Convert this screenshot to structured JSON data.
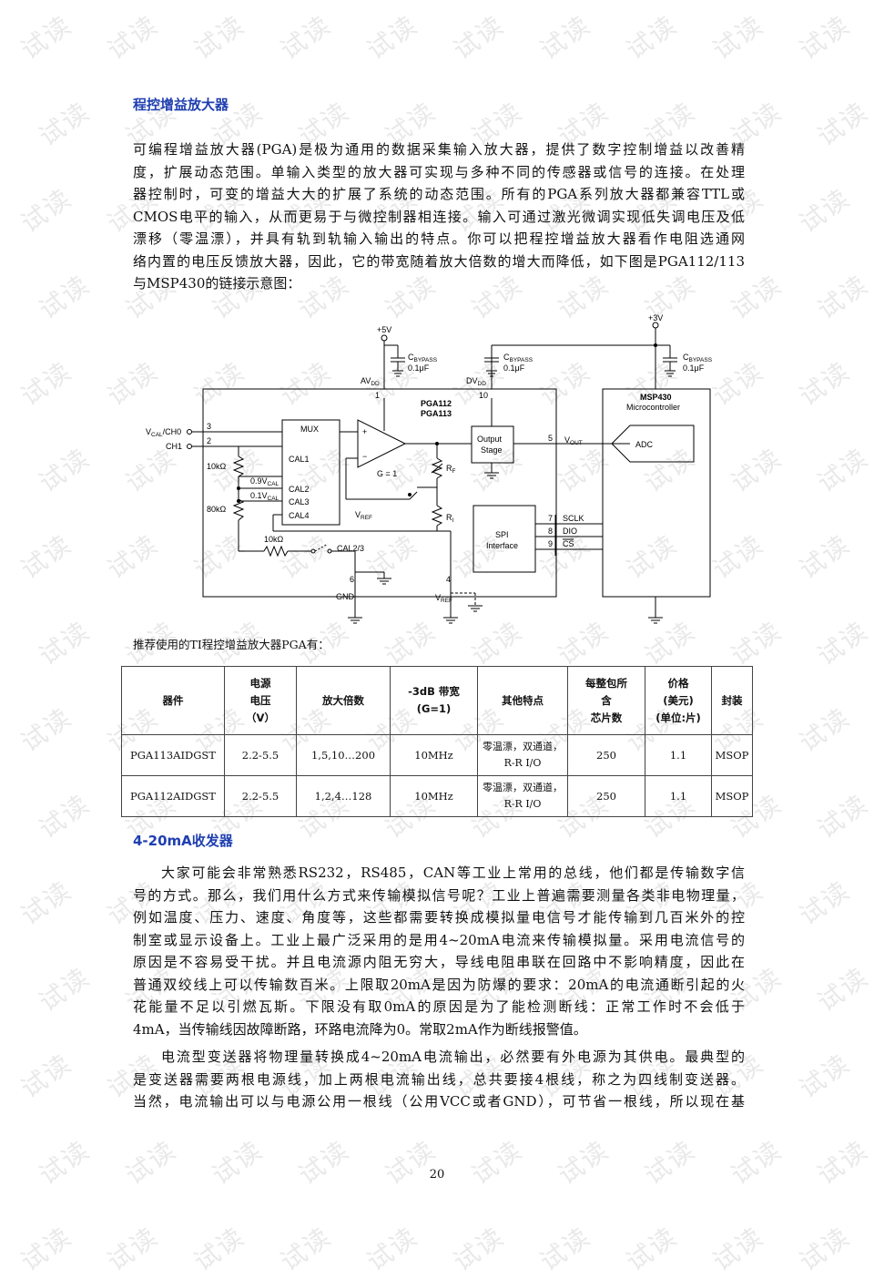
{
  "watermark": "试读",
  "sections": {
    "pga": {
      "heading": "程控增益放大器",
      "body_lines": [
        "可编程增益放大器(PGA)是极为通用的数据采集输入放大器，提供了数字控制增益以改善精",
        "度，扩展动态范围。单输入类型的放大器可实现与多种不同的传感器或信号的连接。在处理",
        "器控制时，可变的增益大大的扩展了系统的动态范围。所有的PGA系列放大器都兼容TTL或",
        "CMOS电平的输入，从而更易于与微控制器相连接。输入可通过激光微调实现低失调电压及低",
        "漂移（零温漂），并具有轨到轨输入输出的特点。你可以把程控增益放大器看作电阻选通网",
        "络内置的电压反馈放大器，因此，它的带宽随着放大倍数的增大而降低，如下图是PGA112/113",
        "与MSP430的链接示意图："
      ]
    },
    "diagram": {
      "v5": "+5V",
      "v3": "+3V",
      "cbypass": "C",
      "cbypass_sub": "BYPASS",
      "cap_val": "0.1μF",
      "avdd": "AV",
      "avdd_sub": "DD",
      "dvdd": "DV",
      "dvdd_sub": "DD",
      "pin1": "1",
      "pin10": "10",
      "chip_name1": "PGA112",
      "chip_name2": "PGA113",
      "mcu_name": "MSP430",
      "mcu_sub": "Microcontroller",
      "vcal": "V",
      "vcal_sub": "CAL",
      "ch0": "/CH0",
      "ch1": "CH1",
      "pin3": "3",
      "pin2": "2",
      "mux": "MUX",
      "cal1": "CAL1",
      "cal2": "CAL2",
      "cal3": "CAL3",
      "cal4": "CAL4",
      "r10k": "10kΩ",
      "r80k": "80kΩ",
      "v09": "0.9V",
      "v01": "0.1V",
      "cal_sub": "CAL",
      "plus": "+",
      "minus": "−",
      "gain": "G = 1",
      "rf": "R",
      "rf_sub": "F",
      "ri": "R",
      "ri_sub": "I",
      "vref": "V",
      "vref_sub": "REF",
      "out_stage1": "Output",
      "out_stage2": "Stage",
      "pin5": "5",
      "vout": "V",
      "vout_sub": "OUT",
      "adc": "ADC",
      "spi1": "SPI",
      "spi2": "Interface",
      "pin7": "7",
      "pin8": "8",
      "pin9": "9",
      "sclk": "SCLK",
      "dio": "DIO",
      "cs": "CS",
      "cal23": "CAL2/3",
      "r10k2": "10kΩ",
      "pin6": "6",
      "pin4": "4",
      "gnd": "GND"
    },
    "table": {
      "caption": "推荐使用的TI程控增益放大器PGA有：",
      "headers": [
        [
          "器件"
        ],
        [
          "电源",
          "电压",
          "（V）"
        ],
        [
          "放大倍数"
        ],
        [
          "-3dB 带宽",
          "(G=1)"
        ],
        [
          "其他特点"
        ],
        [
          "每整包所",
          "含",
          "芯片数"
        ],
        [
          "价格",
          "(美元)",
          "(单位:片)"
        ],
        [
          "封装"
        ]
      ],
      "rows": [
        [
          "PGA113AIDGST",
          "2.2-5.5",
          "1,5,10…200",
          "10MHz",
          "零温漂，双通道，",
          "R-R I/O",
          "250",
          "1.1",
          "MSOP"
        ],
        [
          "PGA112AIDGST",
          "2.2-5.5",
          "1,2,4…128",
          "10MHz",
          "零温漂，双通道，",
          "R-R I/O",
          "250",
          "1.1",
          "MSOP"
        ]
      ]
    },
    "transceiver": {
      "heading": "4-20mA收发器",
      "p1_lines": [
        "大家可能会非常熟悉RS232，RS485，CAN等工业上常用的总线，他们都是传输数字信",
        "号的方式。那么，我们用什么方式来传输模拟信号呢？工业上普遍需要测量各类非电物理量，",
        "例如温度、压力、速度、角度等，这些都需要转换成模拟量电信号才能传输到几百米外的控",
        "制室或显示设备上。工业上最广泛采用的是用4~20mA电流来传输模拟量。采用电流信号的",
        "原因是不容易受干扰。并且电流源内阻无穷大，导线电阻串联在回路中不影响精度，因此在",
        "普通双绞线上可以传输数百米。上限取20mA是因为防爆的要求：20mA的电流通断引起的火",
        "花能量不足以引燃瓦斯。下限没有取0mA的原因是为了能检测断线：正常工作时不会低于",
        "4mA，当传输线因故障断路，环路电流降为0。常取2mA作为断线报警值。"
      ],
      "p2_lines": [
        "电流型变送器将物理量转换成4~20mA电流输出，必然要有外电源为其供电。最典型的",
        "是变送器需要两根电源线，加上两根电流输出线，总共要接4根线，称之为四线制变送器。",
        "当然，电流输出可以与电源公用一根线（公用VCC或者GND），可节省一根线，所以现在基"
      ]
    }
  },
  "page_number": "20"
}
